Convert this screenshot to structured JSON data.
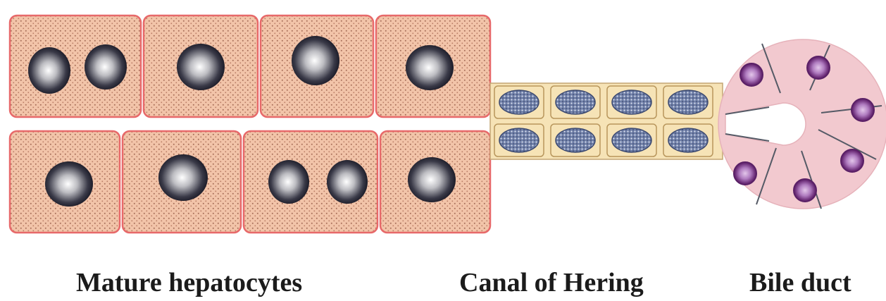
{
  "labels": {
    "mature_hepatocytes": "Mature hepatocytes",
    "canal_of_hering": "Canal of Hering",
    "bile_duct": "Bile duct"
  },
  "colors": {
    "hepatocyte_fill": "#f2c4a9",
    "hepatocyte_border": "#e7696a",
    "hepatocyte_dots": "#9b6a55",
    "hepatocyte_nucleus_dark": "#1a1a28",
    "canal_cell_fill": "#f6e3b6",
    "canal_cell_border": "#b8965c",
    "canal_nucleus": "#5d6d96",
    "bile_duct_fill": "#f2c9cf",
    "bile_duct_nucleus": "#6c2d78",
    "bile_duct_divider": "#555a66"
  }
}
